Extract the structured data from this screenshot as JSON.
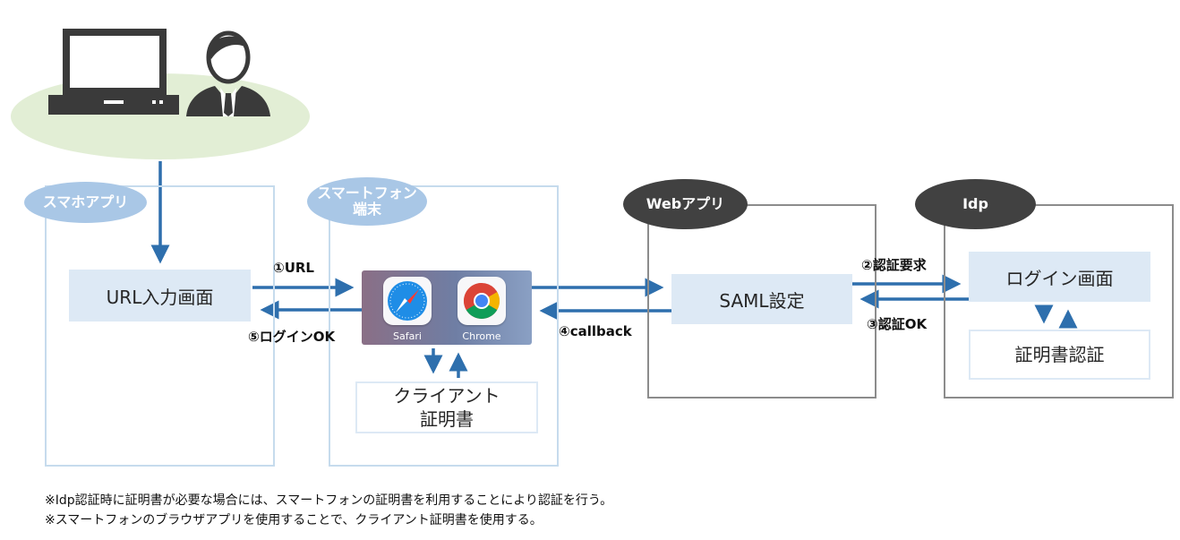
{
  "user_group": {
    "laptop_icon": "laptop-icon",
    "person_icon": "businessman-icon",
    "bg_color": "#e2eed5"
  },
  "smartphone_app": {
    "badge": "スマホアプリ",
    "url_input_screen": "URL入力画面"
  },
  "smartphone_device": {
    "badge_line1": "スマートフォン",
    "badge_line2": "端末",
    "safari_label": "Safari",
    "chrome_label": "Chrome",
    "client_cert_line1": "クライアント",
    "client_cert_line2": "証明書"
  },
  "web_app": {
    "badge": "Webアプリ",
    "saml_settings": "SAML設定"
  },
  "idp": {
    "badge": "Idp",
    "login_screen": "ログイン画面",
    "cert_auth": "証明書認証"
  },
  "flows": {
    "step1": "①URL",
    "step2": "②認証要求",
    "step3": "③認証OK",
    "step4": "④callback",
    "step5": "⑤ログインOK"
  },
  "notes": {
    "line1": "※Idp認証時に証明書が必要な場合には、スマートフォンの証明書を利用することにより認証を行う。",
    "line2": "※スマートフォンのブラウザアプリを使用することで、クライアント証明書を使用する。"
  },
  "colors": {
    "arrow": "#2e6fad",
    "pill_blue": "#a9c7e6",
    "pill_dark": "#414141",
    "box_fill": "#dde9f5"
  }
}
